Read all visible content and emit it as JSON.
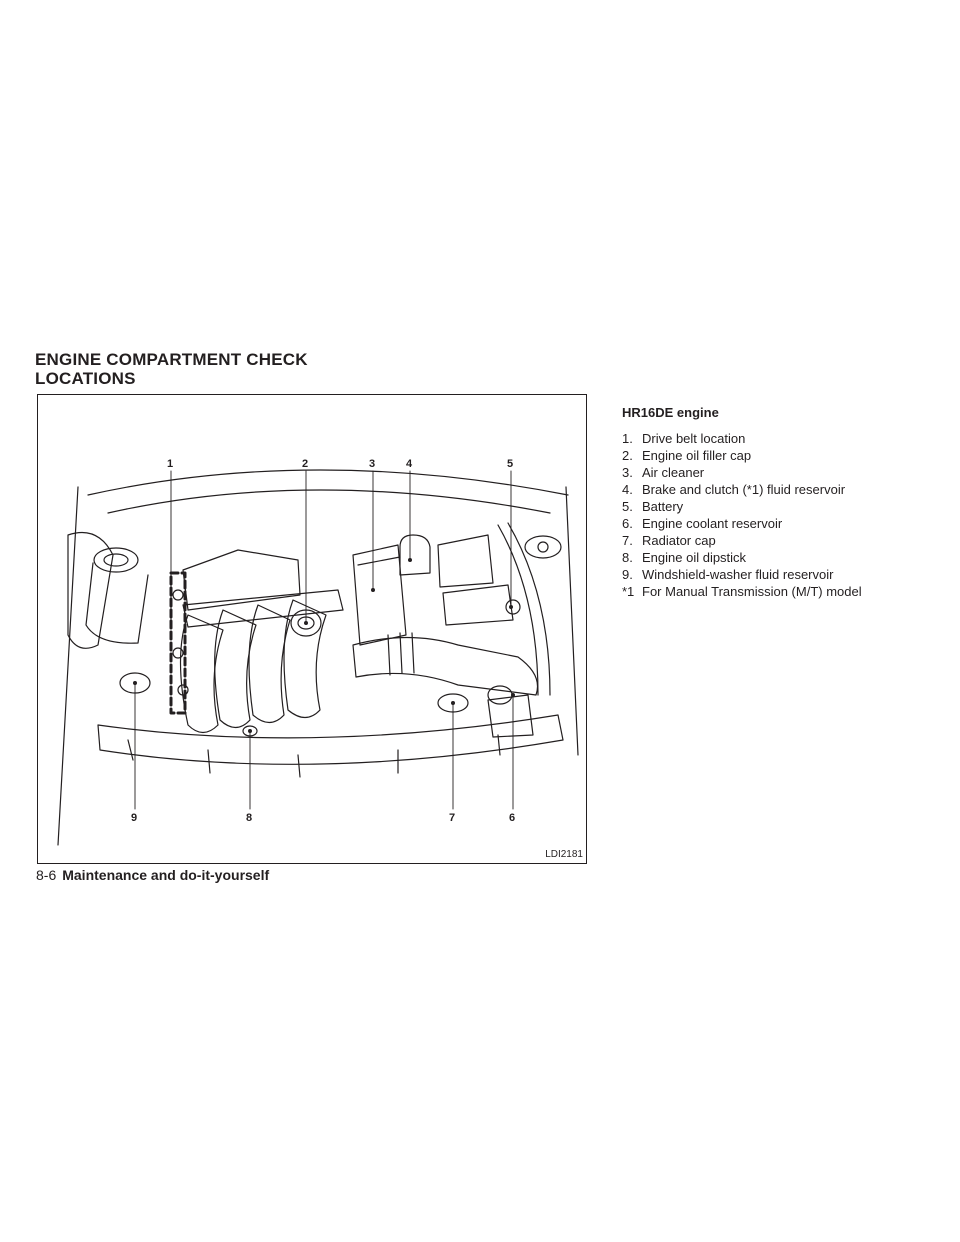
{
  "section": {
    "title_line1": "ENGINE COMPARTMENT CHECK",
    "title_line2": "LOCATIONS"
  },
  "figure": {
    "code": "LDI2181",
    "callouts": [
      "1",
      "2",
      "3",
      "4",
      "5",
      "6",
      "7",
      "8",
      "9"
    ]
  },
  "legend": {
    "heading": "HR16DE engine",
    "items": [
      {
        "marker": "1.",
        "text": "Drive belt location"
      },
      {
        "marker": "2.",
        "text": "Engine oil filler cap"
      },
      {
        "marker": "3.",
        "text": "Air cleaner"
      },
      {
        "marker": "4.",
        "text": "Brake and clutch (*1) fluid reservoir"
      },
      {
        "marker": "5.",
        "text": "Battery"
      },
      {
        "marker": "6.",
        "text": "Engine coolant reservoir"
      },
      {
        "marker": "7.",
        "text": "Radiator cap"
      },
      {
        "marker": "8.",
        "text": "Engine oil dipstick"
      },
      {
        "marker": "9.",
        "text": "Windshield-washer fluid reservoir"
      },
      {
        "marker": "*1",
        "text": "For Manual Transmission (M/T) model"
      }
    ]
  },
  "footer": {
    "page_number": "8-6",
    "chapter_title": "Maintenance and do-it-yourself"
  }
}
